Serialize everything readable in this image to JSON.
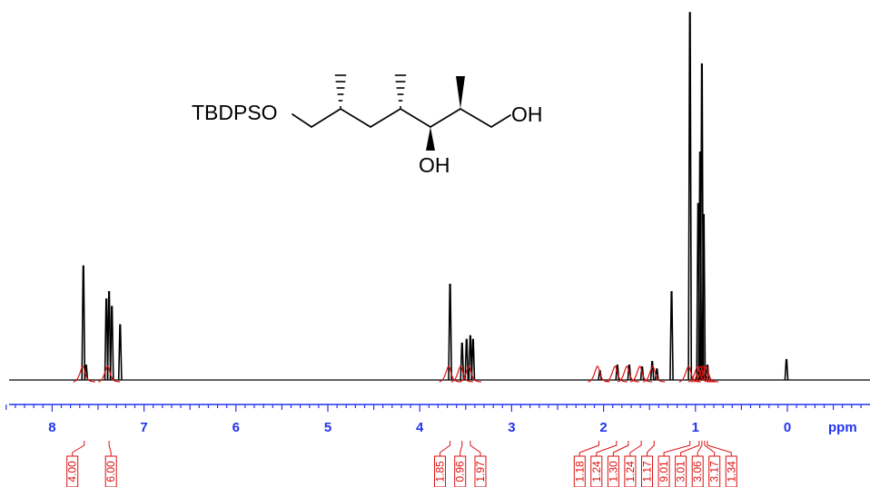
{
  "chart_data": {
    "type": "line",
    "title": "",
    "xlabel": "ppm",
    "ylabel": "",
    "x_reversed": true,
    "xlim": [
      8.5,
      -0.9
    ],
    "ylim": [
      0,
      1
    ],
    "grid": false,
    "tick_labels": [
      "8",
      "7",
      "6",
      "5",
      "4",
      "3",
      "2",
      "1",
      "0"
    ],
    "peaks": [
      {
        "ppm": 7.66,
        "height": 0.31
      },
      {
        "ppm": 7.63,
        "height": 0.04
      },
      {
        "ppm": 7.41,
        "height": 0.22
      },
      {
        "ppm": 7.38,
        "height": 0.24
      },
      {
        "ppm": 7.35,
        "height": 0.2
      },
      {
        "ppm": 7.26,
        "height": 0.15
      },
      {
        "ppm": 3.67,
        "height": 0.26
      },
      {
        "ppm": 3.54,
        "height": 0.1
      },
      {
        "ppm": 3.49,
        "height": 0.11
      },
      {
        "ppm": 3.45,
        "height": 0.12
      },
      {
        "ppm": 3.42,
        "height": 0.11
      },
      {
        "ppm": 2.04,
        "height": 0.025
      },
      {
        "ppm": 1.85,
        "height": 0.04
      },
      {
        "ppm": 1.72,
        "height": 0.04
      },
      {
        "ppm": 1.58,
        "height": 0.035
      },
      {
        "ppm": 1.47,
        "height": 0.05
      },
      {
        "ppm": 1.42,
        "height": 0.03
      },
      {
        "ppm": 1.26,
        "height": 0.24
      },
      {
        "ppm": 1.06,
        "height": 1.0
      },
      {
        "ppm": 0.97,
        "height": 0.48
      },
      {
        "ppm": 0.95,
        "height": 0.62
      },
      {
        "ppm": 0.93,
        "height": 0.86
      },
      {
        "ppm": 0.91,
        "height": 0.45
      },
      {
        "ppm": 0.87,
        "height": 0.04
      },
      {
        "ppm": 0.01,
        "height": 0.055
      }
    ],
    "integrals": [
      {
        "label": "4.00",
        "ppm": 7.65
      },
      {
        "label": "6.00",
        "ppm": 7.38
      },
      {
        "label": "1.85",
        "ppm": 3.67
      },
      {
        "label": "0.96",
        "ppm": 3.54
      },
      {
        "label": "1.97",
        "ppm": 3.45
      },
      {
        "label": "1.18",
        "ppm": 2.05
      },
      {
        "label": "1.24",
        "ppm": 1.86
      },
      {
        "label": "1.30",
        "ppm": 1.73
      },
      {
        "label": "1.24",
        "ppm": 1.59
      },
      {
        "label": "1.17",
        "ppm": 1.45
      },
      {
        "label": "9.01",
        "ppm": 1.06
      },
      {
        "label": "3.01",
        "ppm": 0.96
      },
      {
        "label": "3.06",
        "ppm": 0.93
      },
      {
        "label": "3.17",
        "ppm": 0.9
      },
      {
        "label": "1.34",
        "ppm": 0.87
      }
    ]
  },
  "structure": {
    "substituent_left": "TBDPSO",
    "hydroxyl_right": "OH",
    "hydroxyl_bottom": "OH"
  },
  "colors": {
    "spectrum": "#000000",
    "integral": "#dd1111",
    "axis": "#2233ee"
  }
}
